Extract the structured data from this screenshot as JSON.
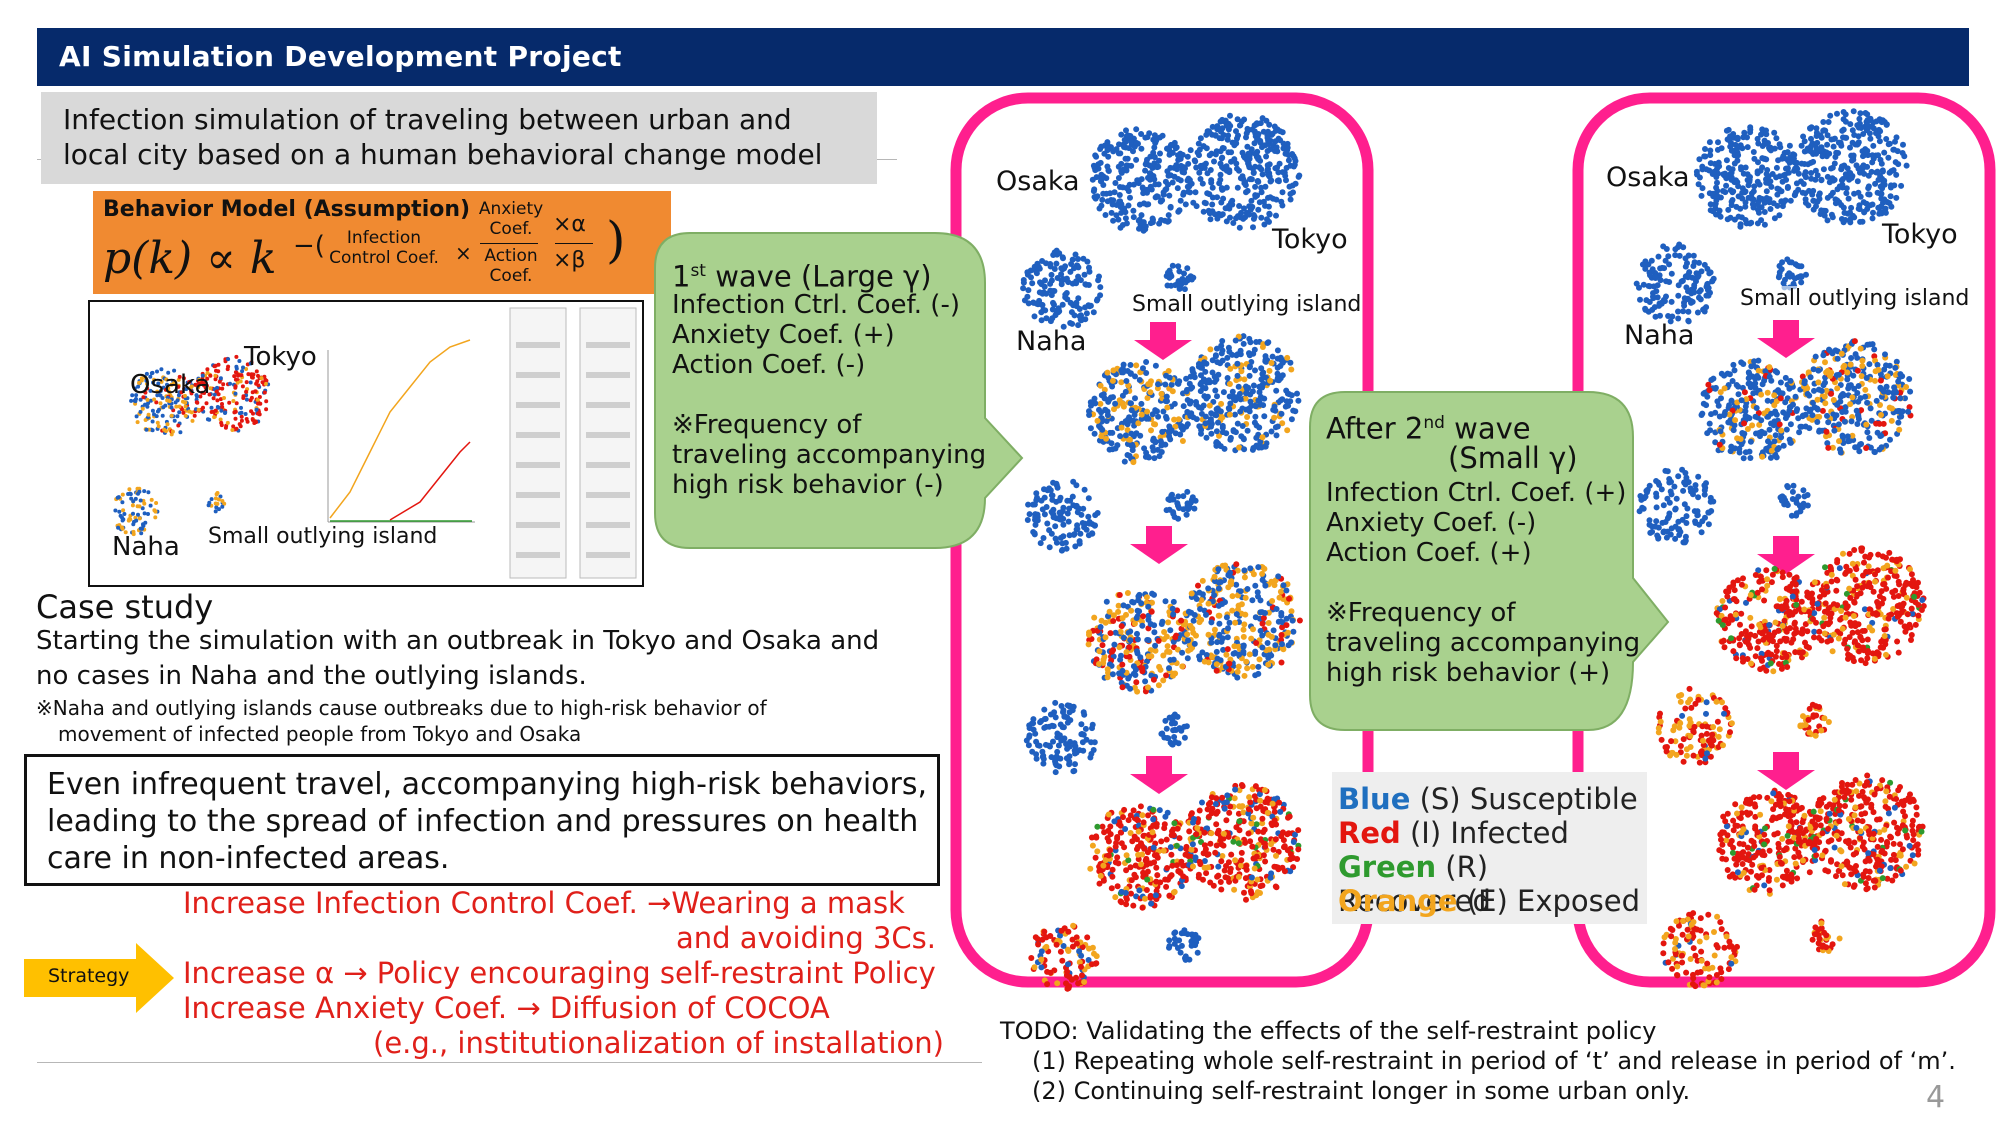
{
  "header": {
    "title": "AI Simulation Development Project"
  },
  "subtitle": {
    "line1": "Infection simulation of traveling between urban and",
    "line2": "local city based on a human behavioral change model"
  },
  "behavior_model": {
    "title": "Behavior Model (Assumption)",
    "formula": "p(k) ∝ k",
    "exp_minus": "−(",
    "infection_control_1": "Infection",
    "infection_control_2": "Control Coef.",
    "times": "×",
    "anxiety_1": "Anxiety",
    "anxiety_2": "Coef.",
    "action_1": "Action",
    "action_2": "Coef.",
    "alpha": "×α",
    "beta": "×β",
    "close": ")"
  },
  "sim_screenshot": {
    "osaka": "Osaka",
    "tokyo": "Tokyo",
    "naha": "Naha",
    "island": "Small outlying island"
  },
  "case_study": {
    "title": "Case study",
    "line1": "Starting the simulation with an outbreak in Tokyo and Osaka and",
    "line2": "no cases in Naha and the outlying islands.",
    "note1": "※Naha and outlying islands cause outbreaks due to high-risk behavior of",
    "note2": "movement of infected people from Tokyo and Osaka"
  },
  "conclusion": {
    "line1": "Even infrequent travel, accompanying high-risk behaviors,",
    "line2": "leading to the spread of infection and pressures on health",
    "line3": "care in non-infected areas."
  },
  "strategy": {
    "label": "Strategy",
    "item1a": "Increase Infection Control Coef. →Wearing a mask",
    "item1b": "and avoiding 3Cs.",
    "item2": "Increase α → Policy encouraging self-restraint Policy",
    "item3a": "Increase Anxiety Coef. → Diffusion of COCOA",
    "item3b": "(e.g., institutionalization of installation)"
  },
  "first_wave": {
    "title_pre": "1",
    "title_sup": "st",
    "title_post": " wave (Large γ)",
    "l1": "Infection Ctrl. Coef. (-)",
    "l2": "Anxiety Coef. (+)",
    "l3": "Action Coef. (-)",
    "l4": "※Frequency of",
    "l5": "traveling accompanying",
    "l6": "high risk behavior (-)"
  },
  "second_wave": {
    "title_pre": "After 2",
    "title_sup": "nd",
    "title_post": " wave",
    "title2": "(Small γ)",
    "l1": "Infection Ctrl. Coef. (+)",
    "l2": "Anxiety Coef. (-)",
    "l3": "Action Coef. (+)",
    "l4": "※Frequency of",
    "l5": "traveling accompanying",
    "l6": "high risk behavior (+)"
  },
  "panel_left": {
    "osaka": "Osaka",
    "tokyo": "Tokyo",
    "naha": "Naha",
    "island": "Small outlying island"
  },
  "panel_right": {
    "osaka": "Osaka",
    "tokyo": "Tokyo",
    "naha": "Naha",
    "island": "Small outlying island"
  },
  "legend": {
    "blue_word": "Blue",
    "blue_rest": " (S) Susceptible",
    "red_word": "Red",
    "red_rest": " (I) Infected",
    "green_word": "Green",
    "green_rest": " (R) Recovered",
    "orange_word": "Orange",
    "orange_rest": " (E) Exposed",
    "colors": {
      "blue": "#1f5fbf",
      "red": "#e3160f",
      "green": "#2e9a2e",
      "orange": "#f2a51e"
    }
  },
  "todo": {
    "l1": "TODO: Validating the effects of the self-restraint policy",
    "l2": "(1) Repeating whole self-restraint in period of ‘t’ and release in period of ‘m’.",
    "l3": "(2) Continuing self-restraint longer in some urban only."
  },
  "page_number": "4"
}
